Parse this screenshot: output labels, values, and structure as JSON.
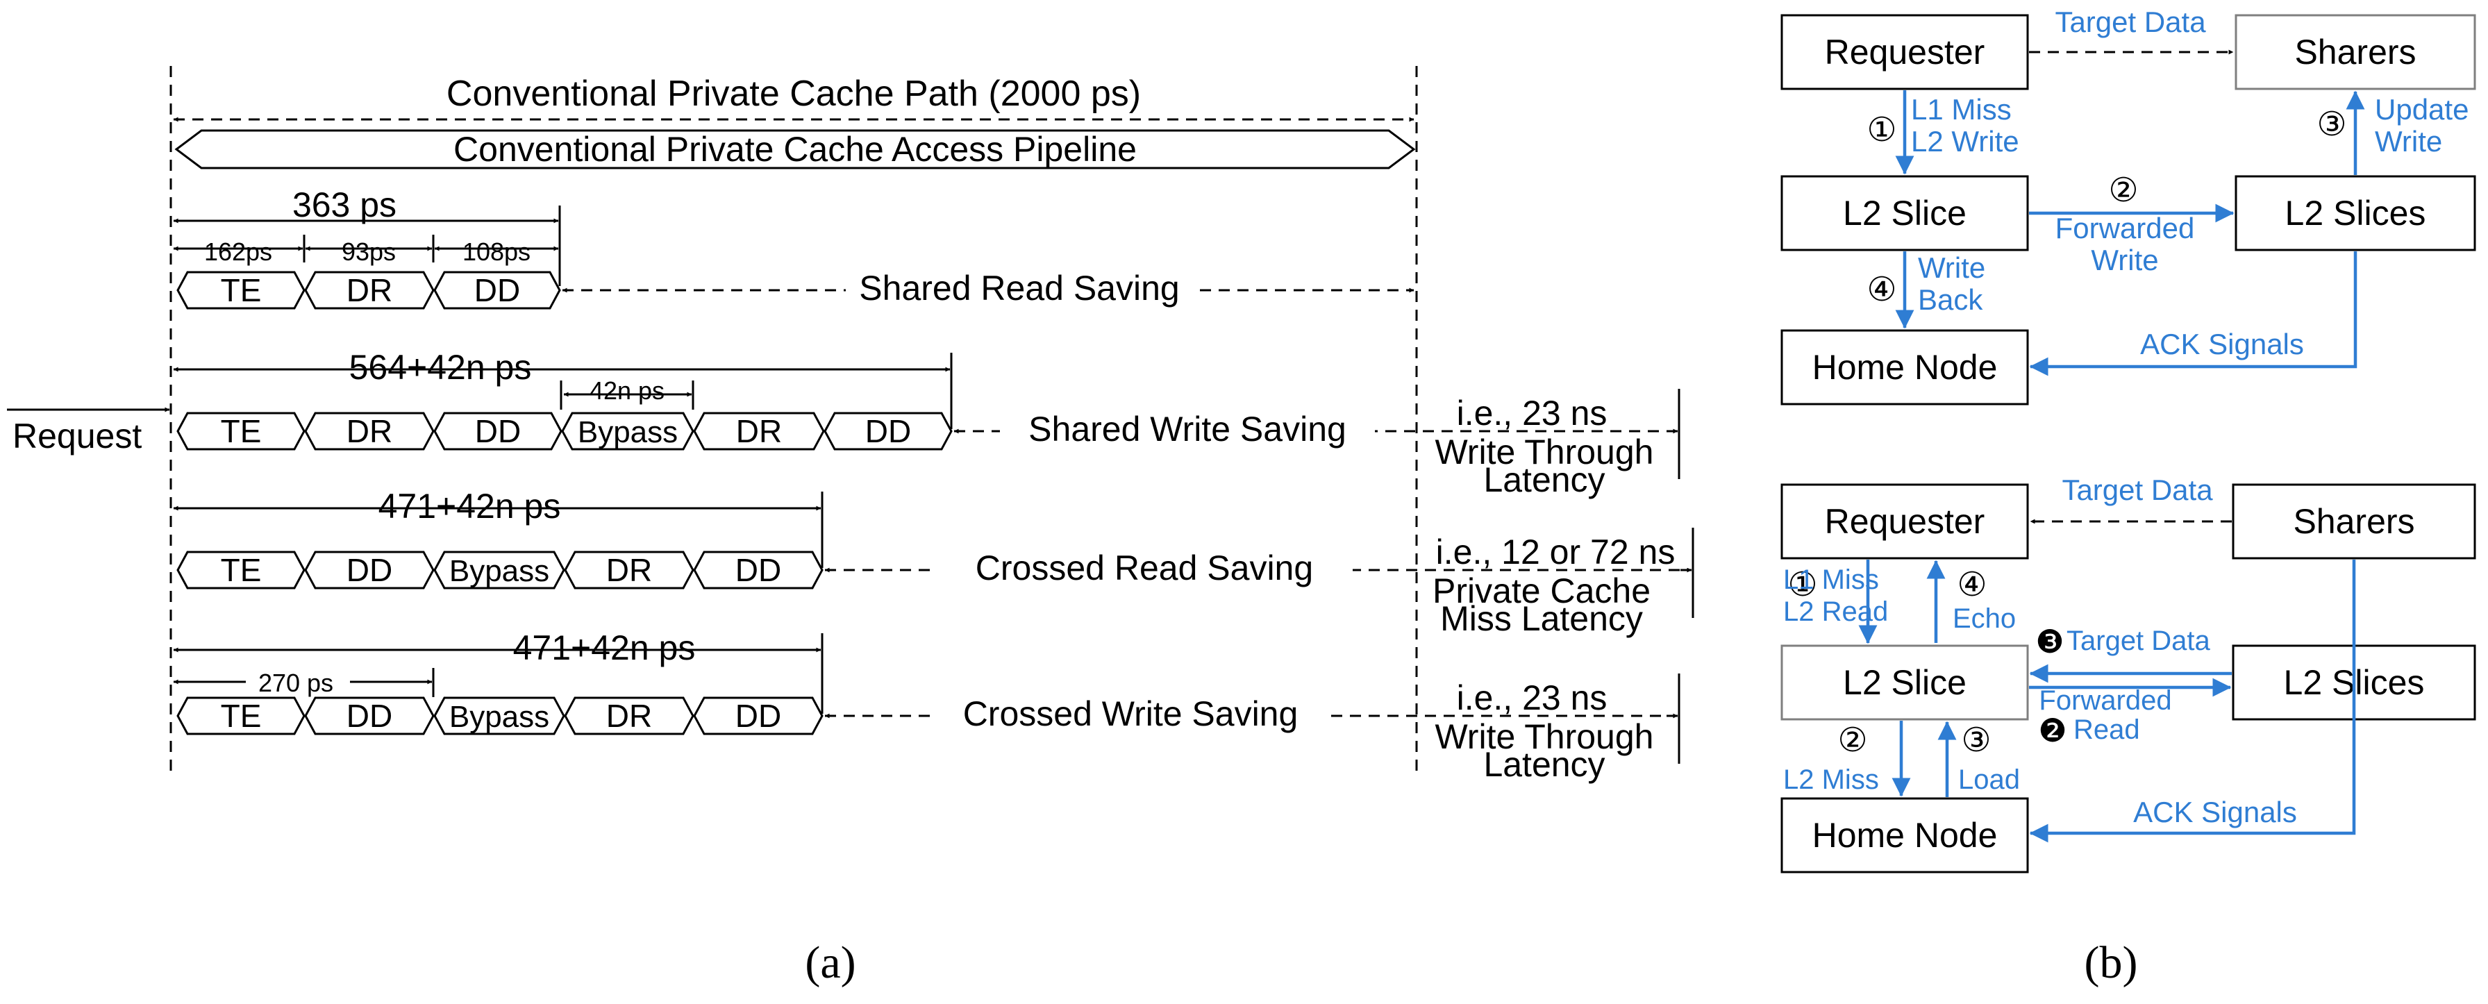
{
  "panel_a": {
    "caption": "(a)",
    "path_label": "Conventional Private Cache Path (2000 ps)",
    "pipeline_label": "Conventional Private Cache Access Pipeline",
    "request_label": "Request",
    "rows": [
      {
        "total_label": "363 ps",
        "stages": [
          "TE",
          "DR",
          "DD"
        ],
        "sublabels": [
          "162ps",
          "93ps",
          "108ps"
        ],
        "saving_label": "Shared Read Saving"
      },
      {
        "total_label": "564+42n ps",
        "stages": [
          "TE",
          "DR",
          "DD",
          "Bypass",
          "DR",
          "DD"
        ],
        "sublabel": "42n ps",
        "saving_label": "Shared Write Saving",
        "latency_lines": [
          "i.e., 23 ns",
          "Write Through",
          "Latency"
        ]
      },
      {
        "total_label": "471+42n ps",
        "stages": [
          "TE",
          "DD",
          "Bypass",
          "DR",
          "DD"
        ],
        "saving_label": "Crossed Read Saving",
        "latency_lines": [
          "i.e., 12 or 72 ns",
          "Private Cache",
          "Miss Latency"
        ]
      },
      {
        "total_label": "471+42n ps",
        "stages": [
          "TE",
          "DD",
          "Bypass",
          "DR",
          "DD"
        ],
        "sublabel": "270 ps",
        "saving_label": "Crossed Write Saving",
        "latency_lines": [
          "i.e., 23 ns",
          "Write Through",
          "Latency"
        ]
      }
    ]
  },
  "panel_b": {
    "caption": "(b)",
    "colors": {
      "accent": "#2F7DD3",
      "text": "#000000",
      "muted_border": "#7f7f7f"
    },
    "top": {
      "nodes": {
        "requester": "Requester",
        "sharers": "Sharers",
        "l2_slice": "L2 Slice",
        "l2_slices": "L2 Slices",
        "home_node": "Home Node"
      },
      "labels": {
        "target_data": "Target Data",
        "step1_num": "①",
        "step1_a": "L1 Miss",
        "step1_b": "L2 Write",
        "step2_num": "②",
        "step2_a": "Forwarded",
        "step2_b": "Write",
        "step3_num": "③",
        "step3_a": "Update",
        "step3_b": "Write",
        "step4_num": "④",
        "step4_a": "Write",
        "step4_b": "Back",
        "ack": "ACK Signals"
      }
    },
    "bottom": {
      "nodes": {
        "requester": "Requester",
        "sharers": "Sharers",
        "l2_slice": "L2 Slice",
        "l2_slices": "L2 Slices",
        "home_node": "Home Node"
      },
      "labels": {
        "target_data": "Target Data",
        "step1_num": "①",
        "step1_a": "L1 Miss",
        "step1_b": "L2 Read",
        "step4_num": "④",
        "step4_a": "Echo",
        "step3_dark": "❸",
        "step3_text": "Target Data",
        "step2_a": "Forwarded",
        "step2_dark": "❷",
        "step2_b": "Read",
        "step2_num": "②",
        "step2_miss": "L2 Miss",
        "step3_num": "③",
        "step3_load": "Load",
        "ack": "ACK Signals"
      }
    }
  }
}
